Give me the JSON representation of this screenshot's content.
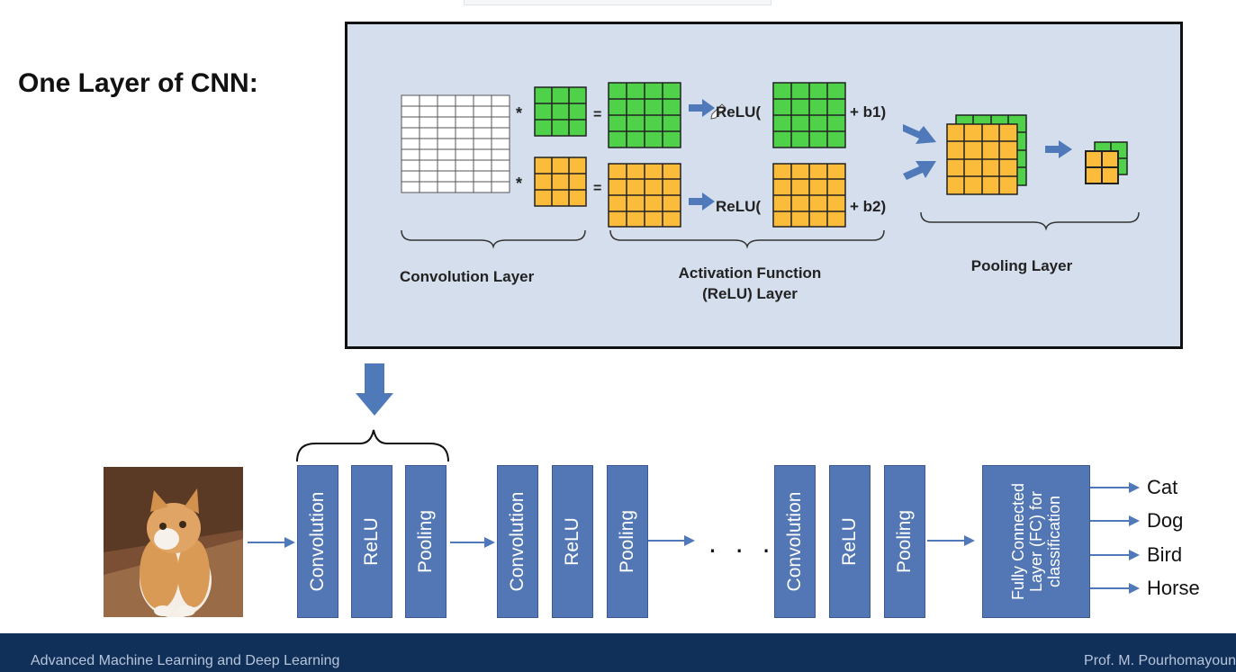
{
  "slide": {
    "title": "One Layer of CNN:"
  },
  "layer_panel": {
    "operators": {
      "multiply_1": "*",
      "multiply_2": "*",
      "equals_1": "=",
      "equals_2": "=",
      "relu_1": "ReLU(",
      "relu_2": "ReLU(",
      "bias_1": "+ b1)",
      "bias_2": "+ b2)"
    },
    "labels": {
      "convolution": "Convolution Layer",
      "activation_line1": "Activation Function",
      "activation_line2": "(ReLU) Layer",
      "pooling": "Pooling Layer"
    },
    "colors": {
      "panel_bg": "#d4deec",
      "filter1": "#4fd24a",
      "filter2": "#fbbc3c",
      "arrow": "#4f79b8"
    }
  },
  "pipeline": {
    "blocks": [
      {
        "label": "Convolution"
      },
      {
        "label": "ReLU"
      },
      {
        "label": "Pooling"
      },
      {
        "label": "Convolution"
      },
      {
        "label": "ReLU"
      },
      {
        "label": "Pooling"
      },
      {
        "label": "Convolution"
      },
      {
        "label": "ReLU"
      },
      {
        "label": "Pooling"
      }
    ],
    "ellipsis": ". . .",
    "fc_label": "Fully Connected Layer (FC) for classification",
    "classes": [
      "Cat",
      "Dog",
      "Bird",
      "Horse"
    ],
    "block_color": "#5277b4"
  },
  "footer": {
    "course": "Advanced Machine Learning and Deep Learning",
    "author": "Prof. M. Pourhomayoun"
  }
}
